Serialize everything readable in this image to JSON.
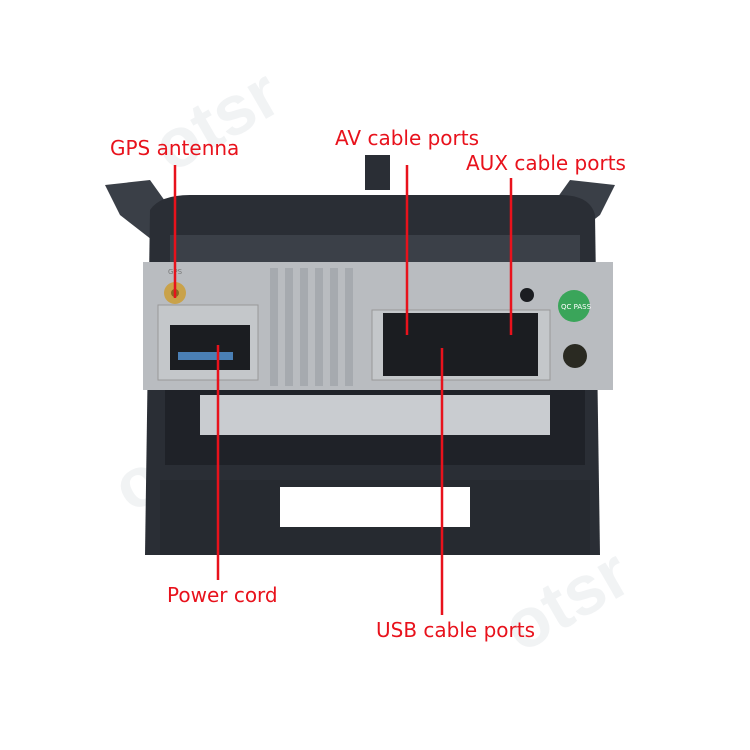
{
  "labels": {
    "gps": "GPS antenna",
    "av": "AV cable ports",
    "aux": "AUX cable ports",
    "power": "Power cord",
    "usb": "USB cable ports"
  },
  "panel_text": {
    "gps_mark": "GPS",
    "qc_badge": "QC PASS"
  },
  "watermark": "otsr",
  "colors": {
    "label": "#e8121c",
    "bezel": "#2a2e35",
    "panel": "#b9bcc0",
    "qc_badge": "#3aa55a"
  }
}
